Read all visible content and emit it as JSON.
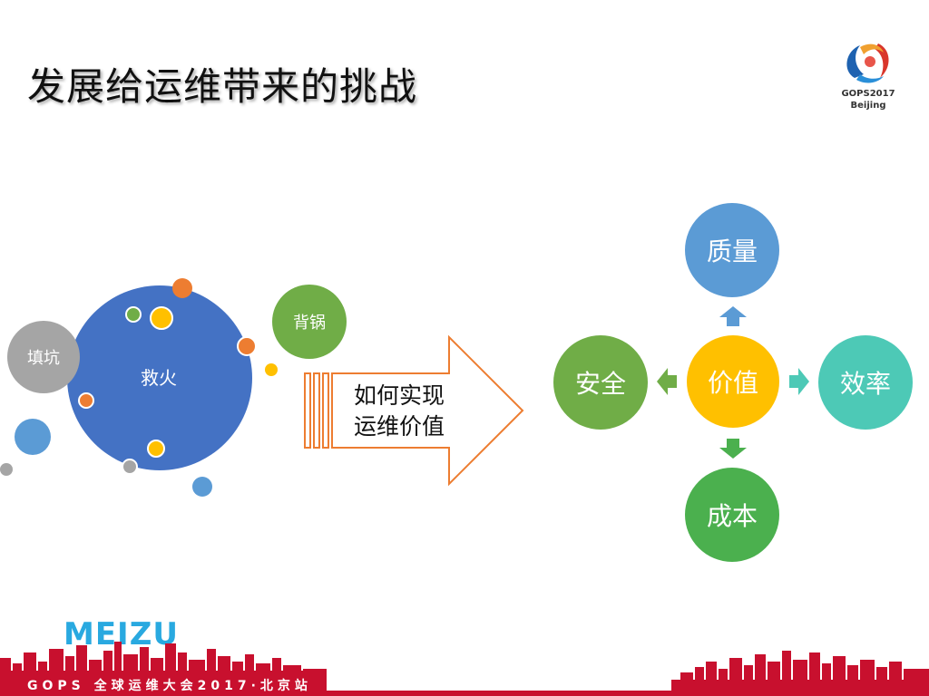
{
  "title": "发展给运维带来的挑战",
  "logo": {
    "line1": "GOPS2017",
    "line2": "Beijing"
  },
  "left_cluster": {
    "main": "救火",
    "side1": "填坑",
    "side2": "背锅"
  },
  "arrow_label": {
    "line1": "如何实现",
    "line2": "运维价值"
  },
  "value_diagram": {
    "center": "价值",
    "top": "质量",
    "left": "安全",
    "right": "效率",
    "bottom": "成本"
  },
  "brand": "MEIZU",
  "footer": "GOPS 全球运维大会2017·北京站",
  "colors": {
    "blue": "#4472c4",
    "gray": "#a5a5a5",
    "green": "#70ad47",
    "orange": "#ed7d31",
    "yellow": "#ffc000",
    "light_blue": "#5b9bd5",
    "teal": "#4dc9b6",
    "red": "#c8102e",
    "brand_blue": "#29a9e0"
  }
}
